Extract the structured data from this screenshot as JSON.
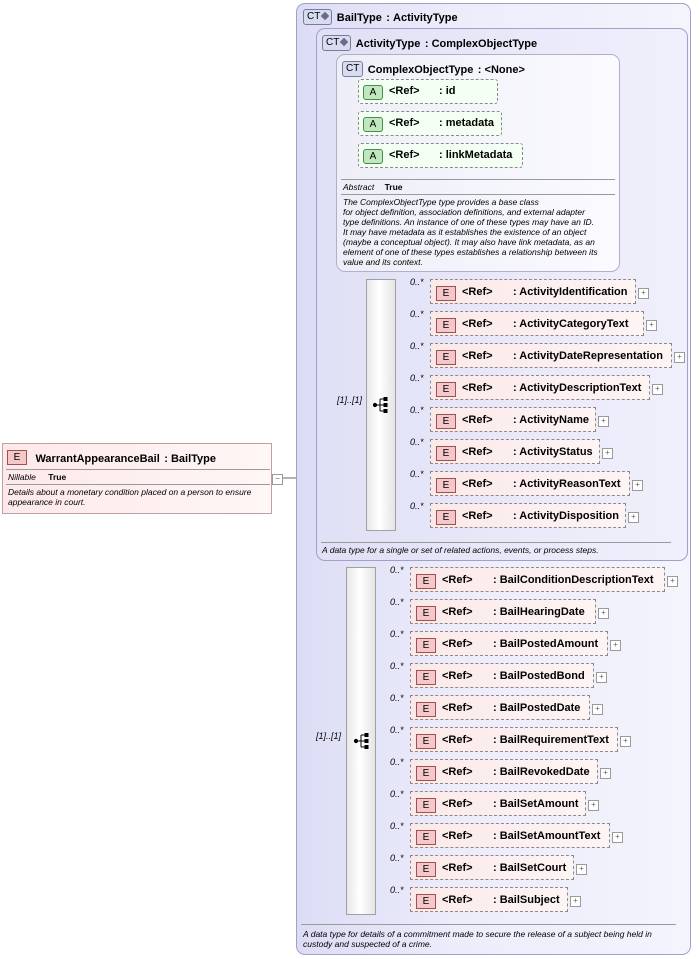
{
  "bail_type": {
    "kind": "CT",
    "name": "BailType",
    "base": "ActivityType",
    "description": "A data type for details of a commitment made to secure the release of a subject being held in\ncustody and suspected of a crime.",
    "occurrence": "[1]..[1]",
    "elements": [
      {
        "ref": "<Ref>",
        "name": ": BailConditionDescriptionText",
        "mult": "0..*"
      },
      {
        "ref": "<Ref>",
        "name": ": BailHearingDate",
        "mult": "0..*"
      },
      {
        "ref": "<Ref>",
        "name": ": BailPostedAmount",
        "mult": "0..*"
      },
      {
        "ref": "<Ref>",
        "name": ": BailPostedBond",
        "mult": "0..*"
      },
      {
        "ref": "<Ref>",
        "name": ": BailPostedDate",
        "mult": "0..*"
      },
      {
        "ref": "<Ref>",
        "name": ": BailRequirementText",
        "mult": "0..*"
      },
      {
        "ref": "<Ref>",
        "name": ": BailRevokedDate",
        "mult": "0..*"
      },
      {
        "ref": "<Ref>",
        "name": ": BailSetAmount",
        "mult": "0..*"
      },
      {
        "ref": "<Ref>",
        "name": ": BailSetAmountText",
        "mult": "0..*"
      },
      {
        "ref": "<Ref>",
        "name": ": BailSetCourt",
        "mult": "0..*"
      },
      {
        "ref": "<Ref>",
        "name": ": BailSubject",
        "mult": "0..*"
      }
    ]
  },
  "activity_type": {
    "kind": "CT",
    "name": "ActivityType",
    "base": "ComplexObjectType",
    "description": "A data type for a single or set of related actions, events, or process steps.",
    "occurrence": "[1]..[1]",
    "elements": [
      {
        "ref": "<Ref>",
        "name": ": ActivityIdentification",
        "mult": "0..*"
      },
      {
        "ref": "<Ref>",
        "name": ": ActivityCategoryText",
        "mult": "0..*"
      },
      {
        "ref": "<Ref>",
        "name": ": ActivityDateRepresentation",
        "mult": "0..*"
      },
      {
        "ref": "<Ref>",
        "name": ": ActivityDescriptionText",
        "mult": "0..*"
      },
      {
        "ref": "<Ref>",
        "name": ": ActivityName",
        "mult": "0..*"
      },
      {
        "ref": "<Ref>",
        "name": ": ActivityStatus",
        "mult": "0..*"
      },
      {
        "ref": "<Ref>",
        "name": ": ActivityReasonText",
        "mult": "0..*"
      },
      {
        "ref": "<Ref>",
        "name": ": ActivityDisposition",
        "mult": "0..*"
      }
    ]
  },
  "complex_object_type": {
    "kind": "CT",
    "name": "ComplexObjectType",
    "base": "<None>",
    "attributes": [
      {
        "badge": "A",
        "ref": "<Ref>",
        "name": ": id"
      },
      {
        "badge": "A",
        "ref": "<Ref>",
        "name": ": metadata"
      },
      {
        "badge": "A",
        "ref": "<Ref>",
        "name": ": linkMetadata"
      }
    ],
    "abstract_key": "Abstract",
    "abstract_value": "True",
    "description": "The ComplexObjectType type provides a base class\nfor object definition, association definitions, and external adapter\ntype definitions. An instance of one of these types may have an ID.\nIt may have metadata as it establishes the existence of an object\n(maybe a conceptual object). It may also have link metadata, as an\nelement of one of these types establishes a relationship between its\nvalue and its context."
  },
  "root_element": {
    "kind": "E",
    "name": "WarrantAppearanceBail",
    "type": "BailType",
    "nillable_key": "Nillable",
    "nillable_value": "True",
    "description": "Details about a monetary condition placed on a person to ensure\nappearance in court."
  },
  "element_badge": "E",
  "expand_glyph": "+",
  "collapse_glyph": "−",
  "colors": {
    "ct_fill": "#dcdcf5",
    "element_fill": "#fbe9e9",
    "attribute_fill": "#f4fff4",
    "border": "#a0a0c8"
  }
}
